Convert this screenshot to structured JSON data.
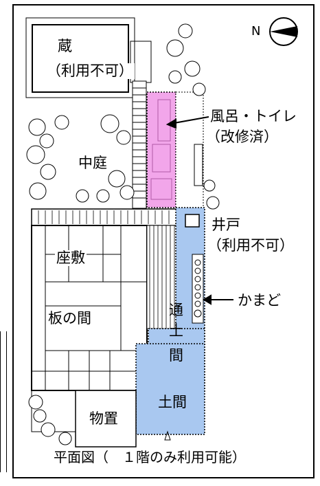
{
  "compass": {
    "letter": "N",
    "icon": "north-arrow-icon"
  },
  "rooms": {
    "kura": {
      "name": "蔵",
      "note": "（利用不可）"
    },
    "nakaniwa": "中庭",
    "furo": {
      "name": "風呂・トイレ",
      "note": "（改修済）"
    },
    "ido": {
      "name": "井戸",
      "note": "（利用不可）"
    },
    "zashiki": "座敷",
    "itanoma": "板の間",
    "kamado": "かまど",
    "toridoma": [
      "通",
      "土",
      "間"
    ],
    "doma": "土間",
    "monooki": "物置"
  },
  "caption": "平面図（　１階のみ利用可能）",
  "colors": {
    "renovated": "#f2a6ea",
    "usable": "#a9c8f0",
    "line": "#000000"
  }
}
